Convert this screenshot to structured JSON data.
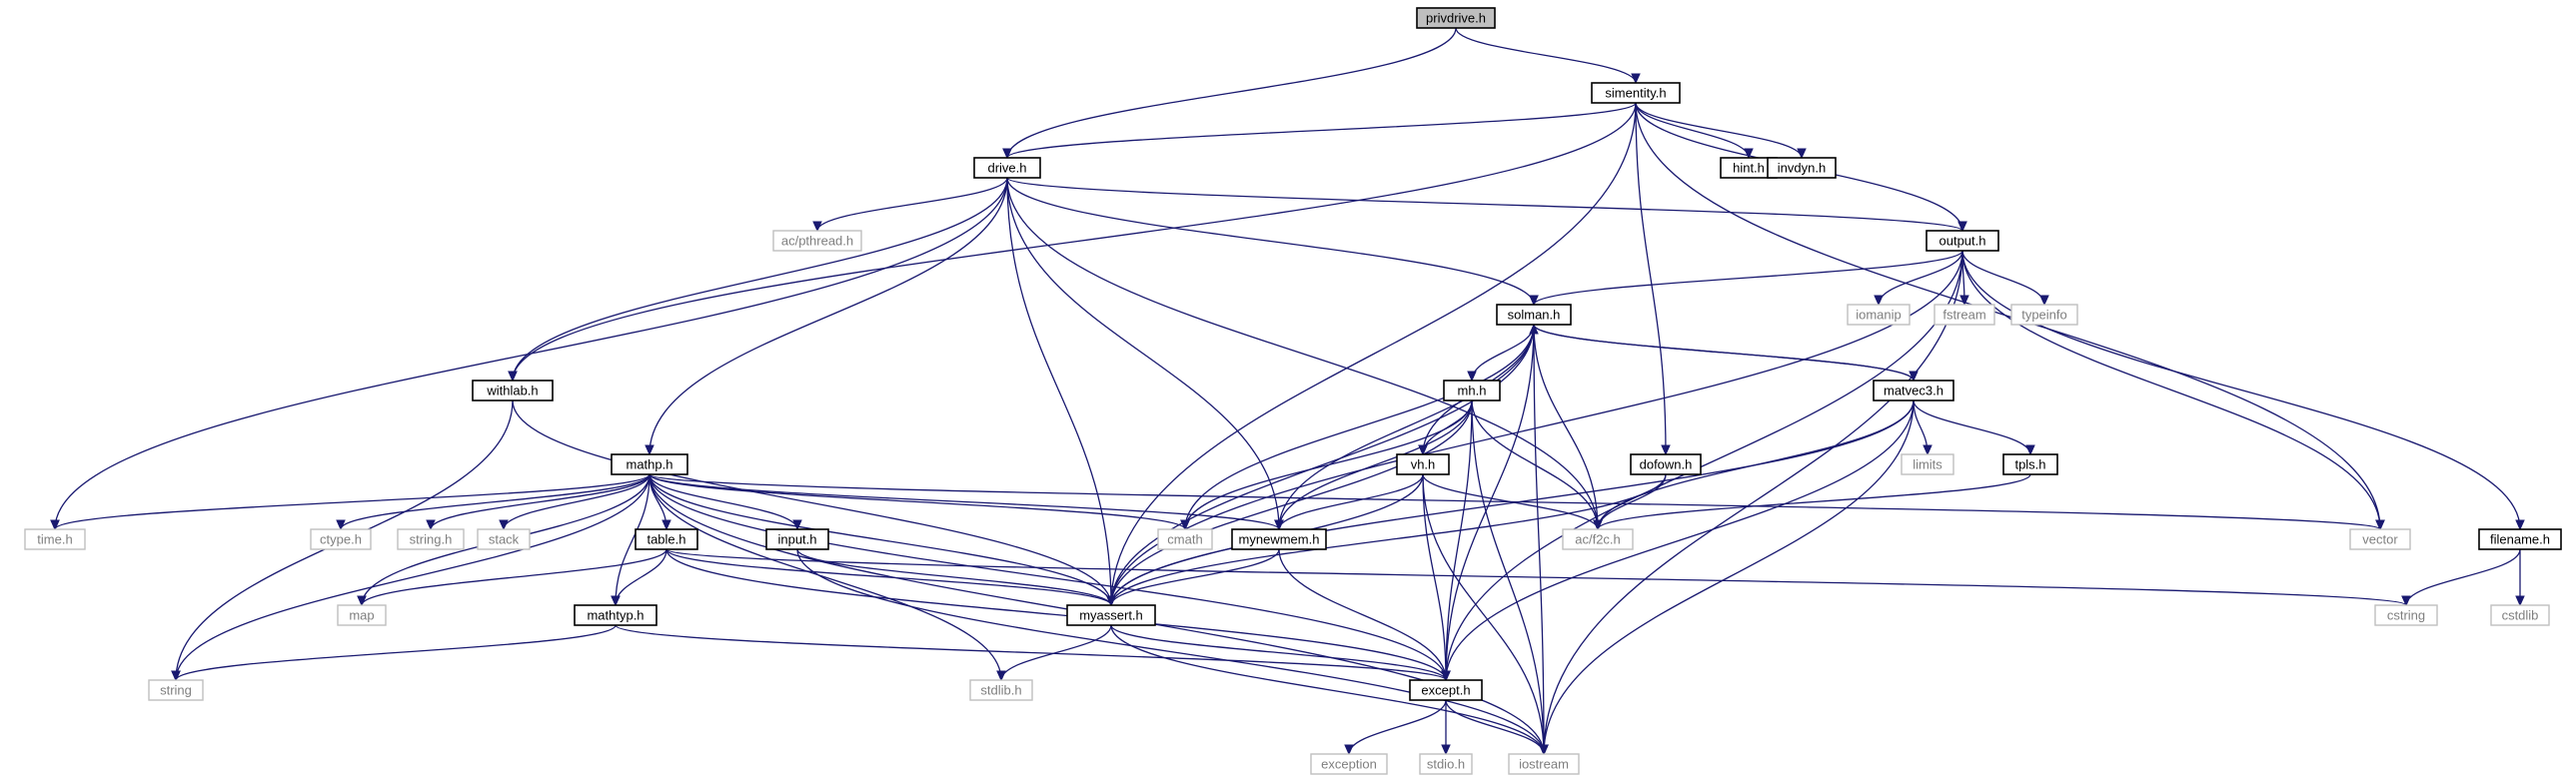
{
  "colors": {
    "edge": "#191970",
    "local_border": "#000000",
    "system_border": "#bfbfbf",
    "system_text": "#7f7f7f",
    "root_fill": "#bfbfbf",
    "background": "#ffffff"
  },
  "nodes": [
    {
      "id": "privdrive",
      "label": "privdrive.h",
      "kind": "root"
    },
    {
      "id": "simentity",
      "label": "simentity.h",
      "kind": "local"
    },
    {
      "id": "drive",
      "label": "drive.h",
      "kind": "local"
    },
    {
      "id": "hint",
      "label": "hint.h",
      "kind": "local"
    },
    {
      "id": "invdyn",
      "label": "invdyn.h",
      "kind": "local"
    },
    {
      "id": "acpthread",
      "label": "ac/pthread.h",
      "kind": "system"
    },
    {
      "id": "output",
      "label": "output.h",
      "kind": "local"
    },
    {
      "id": "iomanip",
      "label": "iomanip",
      "kind": "system"
    },
    {
      "id": "fstream",
      "label": "fstream",
      "kind": "system"
    },
    {
      "id": "typeinfo",
      "label": "typeinfo",
      "kind": "system"
    },
    {
      "id": "solman",
      "label": "solman.h",
      "kind": "local"
    },
    {
      "id": "withlab",
      "label": "withlab.h",
      "kind": "local"
    },
    {
      "id": "mh",
      "label": "mh.h",
      "kind": "local"
    },
    {
      "id": "matvec3",
      "label": "matvec3.h",
      "kind": "local"
    },
    {
      "id": "dofown",
      "label": "dofown.h",
      "kind": "local"
    },
    {
      "id": "mathp",
      "label": "mathp.h",
      "kind": "local"
    },
    {
      "id": "vh",
      "label": "vh.h",
      "kind": "local"
    },
    {
      "id": "limits",
      "label": "limits",
      "kind": "system"
    },
    {
      "id": "tpls",
      "label": "tpls.h",
      "kind": "local"
    },
    {
      "id": "timeh",
      "label": "time.h",
      "kind": "system"
    },
    {
      "id": "ctype",
      "label": "ctype.h",
      "kind": "system"
    },
    {
      "id": "stringh",
      "label": "string.h",
      "kind": "system"
    },
    {
      "id": "stack",
      "label": "stack",
      "kind": "system"
    },
    {
      "id": "table",
      "label": "table.h",
      "kind": "local"
    },
    {
      "id": "input",
      "label": "input.h",
      "kind": "local"
    },
    {
      "id": "cmath",
      "label": "cmath",
      "kind": "system"
    },
    {
      "id": "mynewmem",
      "label": "mynewmem.h",
      "kind": "local"
    },
    {
      "id": "acf2c",
      "label": "ac/f2c.h",
      "kind": "system"
    },
    {
      "id": "vector",
      "label": "vector",
      "kind": "system"
    },
    {
      "id": "filename",
      "label": "filename.h",
      "kind": "local"
    },
    {
      "id": "map",
      "label": "map",
      "kind": "system"
    },
    {
      "id": "mathtyp",
      "label": "mathtyp.h",
      "kind": "local"
    },
    {
      "id": "myassert",
      "label": "myassert.h",
      "kind": "local"
    },
    {
      "id": "cstring",
      "label": "cstring",
      "kind": "system"
    },
    {
      "id": "cstdlib",
      "label": "cstdlib",
      "kind": "system"
    },
    {
      "id": "string",
      "label": "string",
      "kind": "system"
    },
    {
      "id": "stdlib",
      "label": "stdlib.h",
      "kind": "system"
    },
    {
      "id": "except",
      "label": "except.h",
      "kind": "local"
    },
    {
      "id": "exception",
      "label": "exception",
      "kind": "system"
    },
    {
      "id": "stdio",
      "label": "stdio.h",
      "kind": "system"
    },
    {
      "id": "iostream",
      "label": "iostream",
      "kind": "system"
    }
  ],
  "edges": [
    [
      "privdrive",
      "simentity"
    ],
    [
      "privdrive",
      "drive"
    ],
    [
      "simentity",
      "drive"
    ],
    [
      "simentity",
      "hint"
    ],
    [
      "simentity",
      "invdyn"
    ],
    [
      "simentity",
      "output"
    ],
    [
      "simentity",
      "withlab"
    ],
    [
      "simentity",
      "myassert"
    ],
    [
      "simentity",
      "dofown"
    ],
    [
      "simentity",
      "vector"
    ],
    [
      "drive",
      "acpthread"
    ],
    [
      "drive",
      "output"
    ],
    [
      "drive",
      "solman"
    ],
    [
      "drive",
      "withlab"
    ],
    [
      "drive",
      "timeh"
    ],
    [
      "drive",
      "mathp"
    ],
    [
      "drive",
      "myassert"
    ],
    [
      "drive",
      "mynewmem"
    ],
    [
      "drive",
      "acf2c"
    ],
    [
      "output",
      "iomanip"
    ],
    [
      "output",
      "fstream"
    ],
    [
      "output",
      "typeinfo"
    ],
    [
      "output",
      "solman"
    ],
    [
      "output",
      "vector"
    ],
    [
      "output",
      "filename"
    ],
    [
      "output",
      "iostream"
    ],
    [
      "output",
      "myassert"
    ],
    [
      "output",
      "except"
    ],
    [
      "solman",
      "mh"
    ],
    [
      "solman",
      "matvec3"
    ],
    [
      "solman",
      "vh"
    ],
    [
      "solman",
      "cmath"
    ],
    [
      "solman",
      "mynewmem"
    ],
    [
      "solman",
      "acf2c"
    ],
    [
      "solman",
      "myassert"
    ],
    [
      "solman",
      "iostream"
    ],
    [
      "solman",
      "except"
    ],
    [
      "withlab",
      "myassert"
    ],
    [
      "withlab",
      "string"
    ],
    [
      "mh",
      "vh"
    ],
    [
      "mh",
      "cmath"
    ],
    [
      "mh",
      "mynewmem"
    ],
    [
      "mh",
      "acf2c"
    ],
    [
      "mh",
      "myassert"
    ],
    [
      "mh",
      "except"
    ],
    [
      "mh",
      "iostream"
    ],
    [
      "matvec3",
      "solman"
    ],
    [
      "matvec3",
      "limits"
    ],
    [
      "matvec3",
      "tpls"
    ],
    [
      "matvec3",
      "acf2c"
    ],
    [
      "matvec3",
      "myassert"
    ],
    [
      "matvec3",
      "except"
    ],
    [
      "matvec3",
      "iostream"
    ],
    [
      "dofown",
      "acf2c"
    ],
    [
      "dofown",
      "myassert"
    ],
    [
      "vh",
      "acf2c"
    ],
    [
      "vh",
      "mynewmem"
    ],
    [
      "vh",
      "myassert"
    ],
    [
      "vh",
      "except"
    ],
    [
      "vh",
      "iostream"
    ],
    [
      "tpls",
      "acf2c"
    ],
    [
      "mathp",
      "timeh"
    ],
    [
      "mathp",
      "ctype"
    ],
    [
      "mathp",
      "stringh"
    ],
    [
      "mathp",
      "stack"
    ],
    [
      "mathp",
      "table"
    ],
    [
      "mathp",
      "input"
    ],
    [
      "mathp",
      "cmath"
    ],
    [
      "mathp",
      "mynewmem"
    ],
    [
      "mathp",
      "vector"
    ],
    [
      "mathp",
      "map"
    ],
    [
      "mathp",
      "string"
    ],
    [
      "mathp",
      "mathtyp"
    ],
    [
      "mathp",
      "myassert"
    ],
    [
      "mathp",
      "stdlib"
    ],
    [
      "mathp",
      "except"
    ],
    [
      "mathp",
      "iostream"
    ],
    [
      "table",
      "map"
    ],
    [
      "table",
      "mathtyp"
    ],
    [
      "table",
      "myassert"
    ],
    [
      "table",
      "cstring"
    ],
    [
      "table",
      "except"
    ],
    [
      "input",
      "myassert"
    ],
    [
      "input",
      "iostream"
    ],
    [
      "mynewmem",
      "myassert"
    ],
    [
      "mynewmem",
      "except"
    ],
    [
      "mathtyp",
      "string"
    ],
    [
      "mathtyp",
      "except"
    ],
    [
      "myassert",
      "stdlib"
    ],
    [
      "myassert",
      "except"
    ],
    [
      "myassert",
      "iostream"
    ],
    [
      "filename",
      "cstring"
    ],
    [
      "filename",
      "cstdlib"
    ],
    [
      "except",
      "exception"
    ],
    [
      "except",
      "stdio"
    ],
    [
      "except",
      "iostream"
    ]
  ]
}
